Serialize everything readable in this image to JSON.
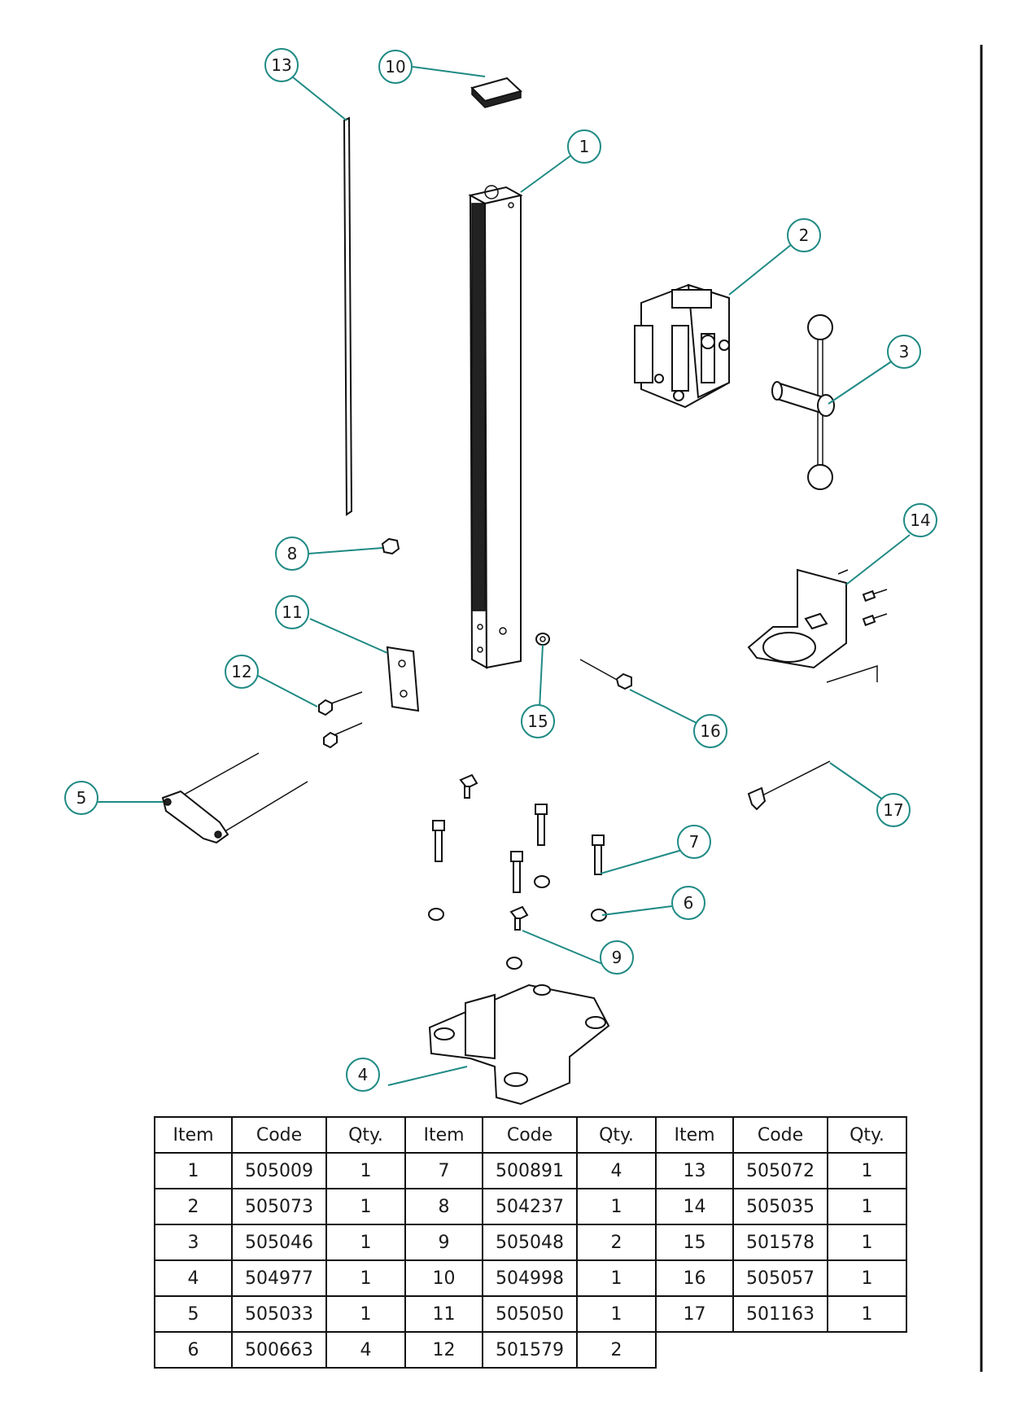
{
  "callouts": [
    {
      "label": "1"
    },
    {
      "label": "2"
    },
    {
      "label": "3"
    },
    {
      "label": "4"
    },
    {
      "label": "5"
    },
    {
      "label": "6"
    },
    {
      "label": "7"
    },
    {
      "label": "8"
    },
    {
      "label": "9"
    },
    {
      "label": "10"
    },
    {
      "label": "11"
    },
    {
      "label": "12"
    },
    {
      "label": "13"
    },
    {
      "label": "14"
    },
    {
      "label": "15"
    },
    {
      "label": "16"
    },
    {
      "label": "17"
    }
  ],
  "parts_table": {
    "headers": [
      "Item",
      "Code",
      "Qty.",
      "Item",
      "Code",
      "Qty.",
      "Item",
      "Code",
      "Qty."
    ],
    "rows": [
      [
        {
          "item": "1",
          "code": "505009",
          "qty": "1"
        },
        {
          "item": "7",
          "code": "500891",
          "qty": "4"
        },
        {
          "item": "13",
          "code": "505072",
          "qty": "1"
        }
      ],
      [
        {
          "item": "2",
          "code": "505073",
          "qty": "1"
        },
        {
          "item": "8",
          "code": "504237",
          "qty": "1"
        },
        {
          "item": "14",
          "code": "505035",
          "qty": "1"
        }
      ],
      [
        {
          "item": "3",
          "code": "505046",
          "qty": "1"
        },
        {
          "item": "9",
          "code": "505048",
          "qty": "2"
        },
        {
          "item": "15",
          "code": "501578",
          "qty": "1"
        }
      ],
      [
        {
          "item": "4",
          "code": "504977",
          "qty": "1"
        },
        {
          "item": "10",
          "code": "504998",
          "qty": "1"
        },
        {
          "item": "16",
          "code": "505057",
          "qty": "1"
        }
      ],
      [
        {
          "item": "5",
          "code": "505033",
          "qty": "1"
        },
        {
          "item": "11",
          "code": "505050",
          "qty": "1"
        },
        {
          "item": "17",
          "code": "501163",
          "qty": "1"
        }
      ],
      [
        {
          "item": "6",
          "code": "500663",
          "qty": "4"
        },
        {
          "item": "12",
          "code": "501579",
          "qty": "2"
        },
        {
          "item": "",
          "code": "",
          "qty": ""
        }
      ]
    ]
  },
  "colors": {
    "callout": "#1f8a84",
    "line": "#111111"
  }
}
